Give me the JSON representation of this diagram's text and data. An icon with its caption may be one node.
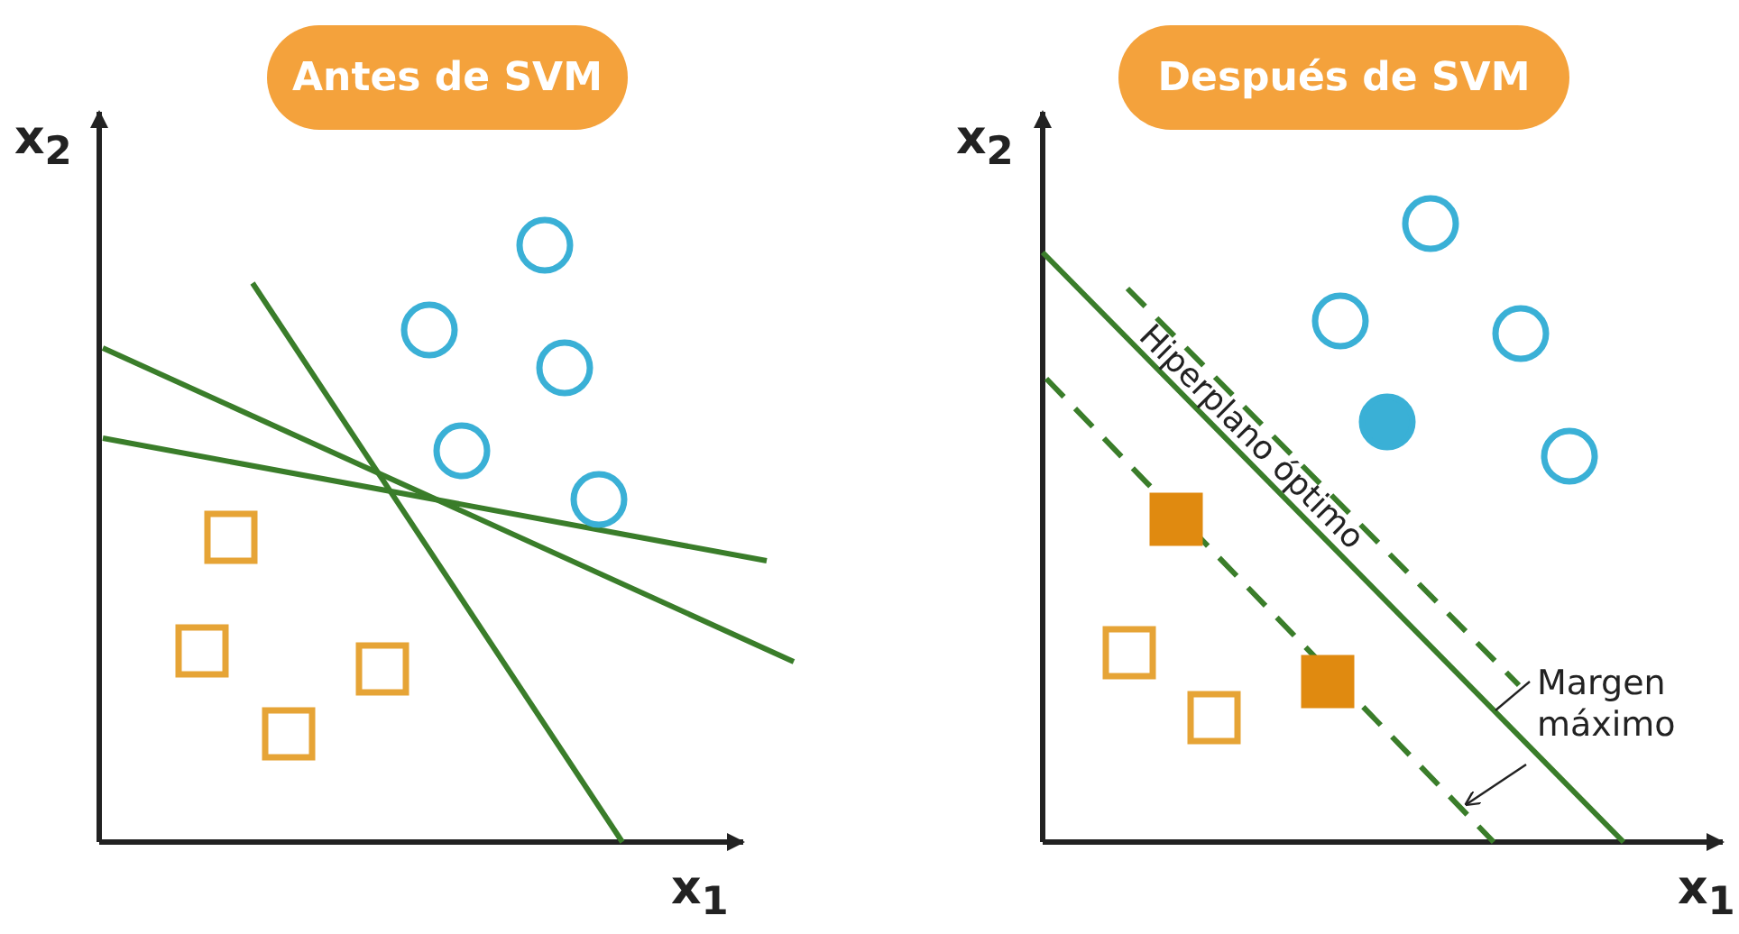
{
  "diagram": {
    "nodes": [
      {
        "text": [
          "Antes de SVM"
        ]
      },
      {
        "text": [
          "Después de SVM"
        ]
      }
    ],
    "labels": [
      "x$_{2}$",
      "x$_{1}$",
      "x$_{2}$",
      "Hiperplano óptimo",
      "Margen máximo",
      "x$_{1}$"
    ]
  }
}
